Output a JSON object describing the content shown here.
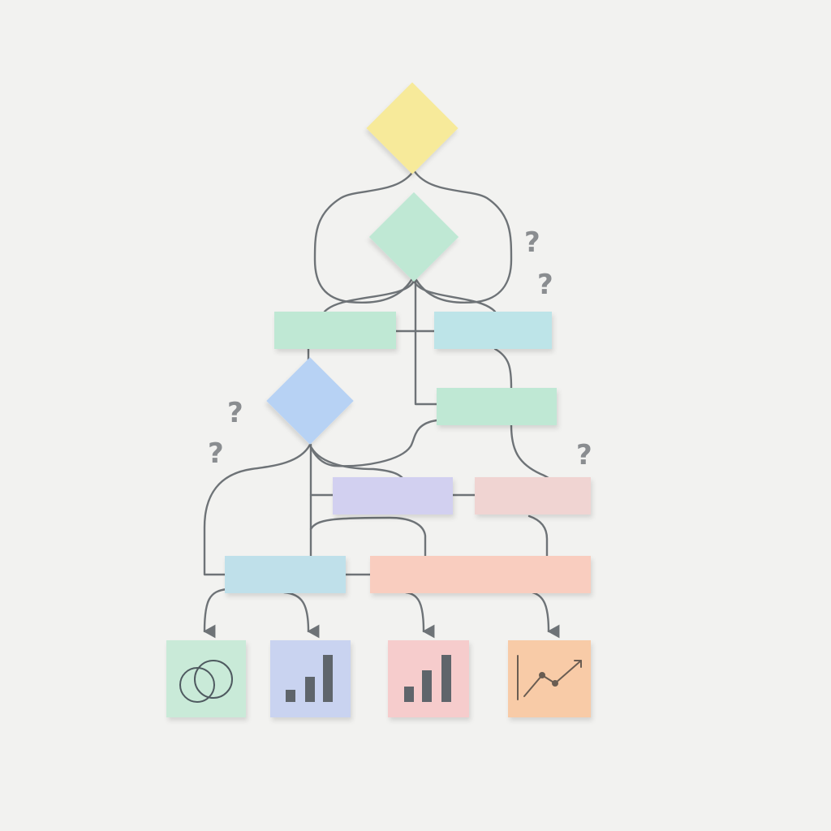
{
  "colors": {
    "background": "#f2f2f0",
    "connector": "#6e7377",
    "question_mark": "#8a8d90",
    "icon_stroke": "#5f656b",
    "yellow": "#f7ea9a",
    "mint": "#bfe8d4",
    "aqua": "#bde4e8",
    "blue": "#b7d2f4",
    "lavender": "#d2d0f0",
    "rose": "#f0d4d2",
    "light_blue": "#bfe0ea",
    "salmon": "#f9cdbf",
    "icon_mint": "#c9ead8",
    "icon_periwinkle": "#c9d3f0",
    "icon_pink": "#f6cccc",
    "icon_peach": "#f8cba7"
  },
  "diagram": {
    "decisions": [
      {
        "name": "decision-top",
        "fill": "yellow"
      },
      {
        "name": "decision-middle",
        "fill": "mint"
      },
      {
        "name": "decision-left",
        "fill": "blue"
      }
    ],
    "processes": [
      {
        "name": "process-mint-left",
        "fill": "mint"
      },
      {
        "name": "process-aqua-right",
        "fill": "aqua"
      },
      {
        "name": "process-mint-center",
        "fill": "mint"
      },
      {
        "name": "process-lavender",
        "fill": "lavender"
      },
      {
        "name": "process-rose",
        "fill": "rose"
      },
      {
        "name": "process-light-blue",
        "fill": "light_blue"
      },
      {
        "name": "process-salmon-wide",
        "fill": "salmon"
      }
    ],
    "question_marks": [
      "?",
      "?",
      "?",
      "?",
      "?"
    ],
    "outputs": [
      {
        "name": "venn-output",
        "icon": "venn-diagram-icon",
        "fill": "icon_mint"
      },
      {
        "name": "bar-chart-output-1",
        "icon": "bar-chart-icon",
        "fill": "icon_periwinkle"
      },
      {
        "name": "bar-chart-output-2",
        "icon": "bar-chart-icon",
        "fill": "icon_pink"
      },
      {
        "name": "line-chart-output",
        "icon": "line-chart-trend-icon",
        "fill": "icon_peach"
      }
    ]
  }
}
